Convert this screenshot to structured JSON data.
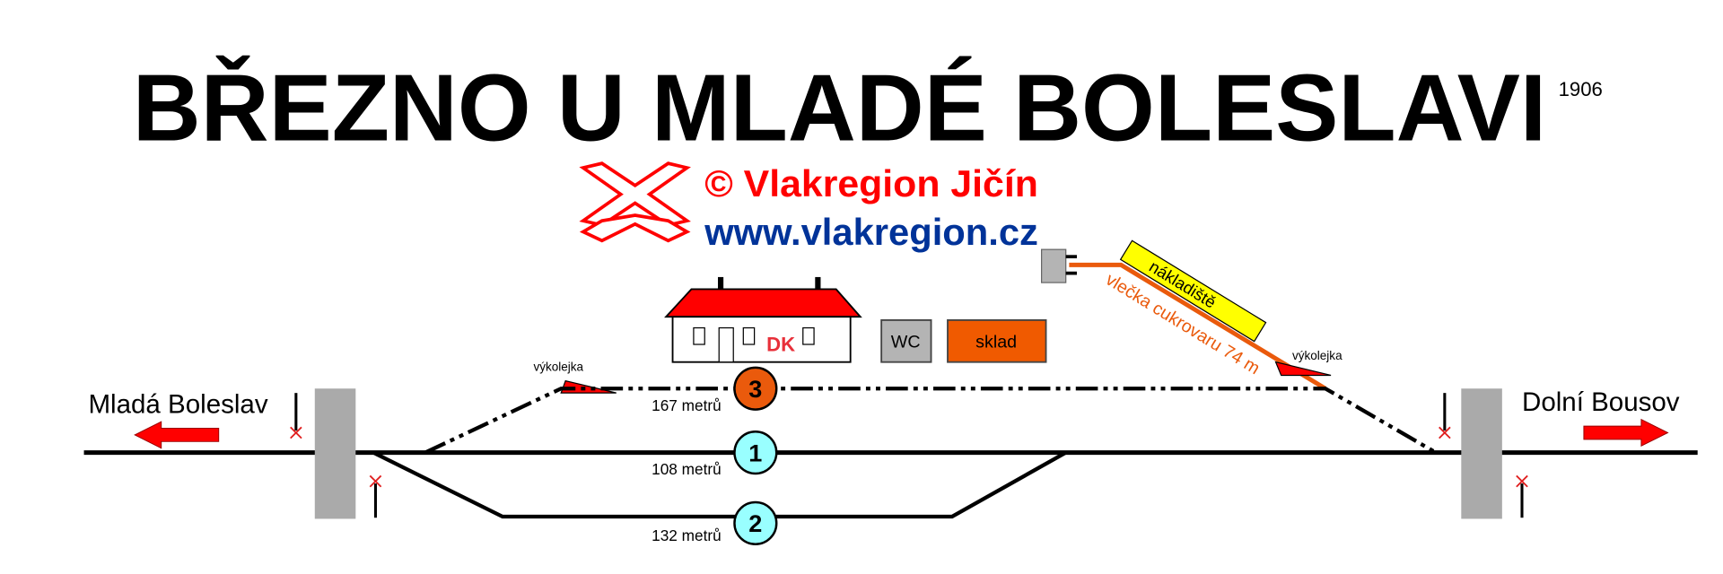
{
  "title": "BŘEZNO U MLADÉ BOLESLAVI",
  "year": "1906",
  "copyright": "© Vlakregion Jičín",
  "website": "www.vlakregion.cz",
  "directions": {
    "left": "Mladá Boleslav",
    "right": "Dolní Bousov"
  },
  "tracks": [
    {
      "number": "3",
      "length": "167 metrů",
      "color": "#ea5a0c"
    },
    {
      "number": "1",
      "length": "108 metrů",
      "color": "#99ffff"
    },
    {
      "number": "2",
      "length": "132 metrů",
      "color": "#99ffff"
    }
  ],
  "buildings": {
    "station_label": "DK",
    "wc": "WC",
    "warehouse": "sklad"
  },
  "siding": {
    "label": "vlečka cukrovaru 74 m",
    "loading_area": "nákladiště"
  },
  "derailers": {
    "left": "výkolejka",
    "right": "výkolejka"
  },
  "colors": {
    "red": "#ff0000",
    "blue": "#003399",
    "orange": "#ea5a0c",
    "gray": "#aaaaaa",
    "yellow": "#ffff00"
  }
}
